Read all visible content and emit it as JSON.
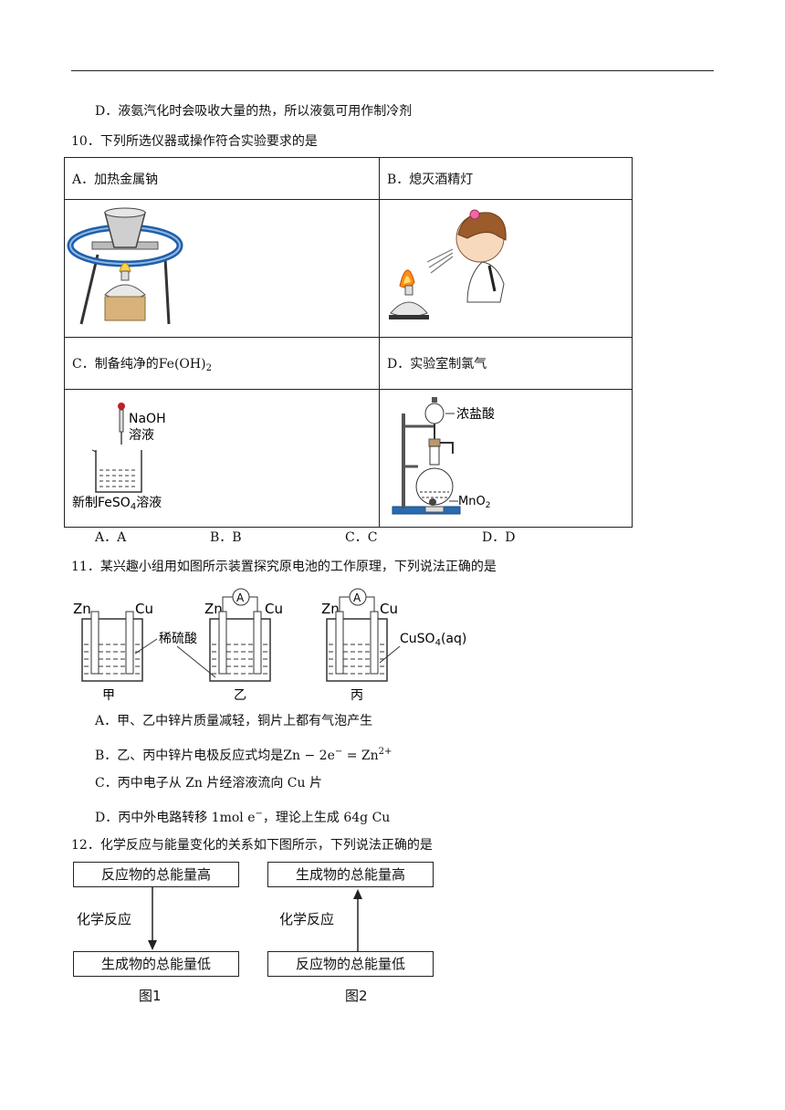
{
  "q9": {
    "option_d": "D．液氨汽化时会吸收大量的热，所以液氨可用作制冷剂"
  },
  "q10": {
    "stem": "10．下列所选仪器或操作符合实验要求的是",
    "cell_a": "A．加热金属钠",
    "cell_b": "B．熄灭酒精灯",
    "cell_c_prefix": "C．制备纯净的",
    "cell_c_formula": "Fe(OH)",
    "cell_c_sub": "2",
    "cell_d": "D．实验室制氯气",
    "fig_c": {
      "label_naoh": "NaOH",
      "label_solution": "溶液",
      "label_beaker_prefix": "新制FeSO",
      "label_beaker_sub": "4",
      "label_beaker_suffix": "溶液"
    },
    "fig_d": {
      "label_hcl": "浓盐酸",
      "label_mno2": "MnO",
      "label_mno2_sub": "2"
    },
    "options": [
      "A．A",
      "B．B",
      "C．C",
      "D．D"
    ]
  },
  "q11": {
    "stem": "11．某兴趣小组用如图所示装置探究原电池的工作原理，下列说法正确的是",
    "fig": {
      "zn": "Zn",
      "cu": "Cu",
      "ammeter": "A",
      "acid": "稀硫酸",
      "cuso4": "CuSO",
      "cuso4_sub": "4",
      "cuso4_suffix": "(aq)",
      "labels": [
        "甲",
        "乙",
        "丙"
      ]
    },
    "option_a": "A．甲、乙中锌片质量减轻，铜片上都有气泡产生",
    "option_b_prefix": "B．乙、丙中锌片电极反应式均是",
    "option_b_formula": "Zn − 2e",
    "option_b_sup1": "−",
    "option_b_eq": " = Zn",
    "option_b_sup2": "2+",
    "option_c": "C．丙中电子从 Zn 片经溶液流向 Cu 片",
    "option_d_prefix": "D．丙中外电路转移 1mol e",
    "option_d_sup": "−",
    "option_d_suffix": "，理论上生成 64g Cu"
  },
  "q12": {
    "stem": "12．化学反应与能量变化的关系如下图所示，下列说法正确的是",
    "fig1": {
      "top": "反应物的总能量高",
      "middle": "化学反应",
      "bottom": "生成物的总能量低",
      "caption": "图1"
    },
    "fig2": {
      "top": "生成物的总能量高",
      "middle": "化学反应",
      "bottom": "反应物的总能量低",
      "caption": "图2"
    }
  }
}
